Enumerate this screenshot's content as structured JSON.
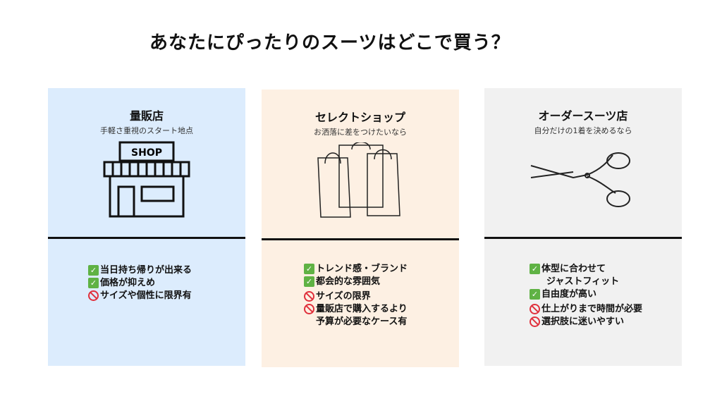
{
  "title": "あなたにぴったりのスーツはどこで買う？",
  "columns": [
    {
      "title": "量販店",
      "subtitle": "手軽さ重視のスタート地点",
      "sign": "SHOP",
      "items": [
        {
          "type": "pro",
          "text": "当日持ち帰りが出来る"
        },
        {
          "type": "pro",
          "text": "価格が抑えめ"
        },
        {
          "type": "con",
          "text": "サイズや個性に限界有"
        }
      ]
    },
    {
      "title": "セレクトショップ",
      "subtitle": "お洒落に差をつけたいなら",
      "items": [
        {
          "type": "pro",
          "text": "トレンド感・ブランド"
        },
        {
          "type": "pro",
          "text": "都会的な雰囲気"
        },
        {
          "type": "con",
          "text": "サイズの限界"
        },
        {
          "type": "con",
          "text": "量販店で購入するより",
          "cont": "予算が必要なケース有"
        }
      ]
    },
    {
      "title": "オーダースーツ店",
      "subtitle": "自分だけの1着を決めるなら",
      "items": [
        {
          "type": "pro",
          "text": "体型に合わせて",
          "cont": "ジャストフィット"
        },
        {
          "type": "pro",
          "text": "自由度が高い"
        },
        {
          "type": "con",
          "text": "仕上がりまで時間が必要"
        },
        {
          "type": "con",
          "text": "選択肢に迷いやすい"
        }
      ]
    }
  ],
  "colors": {
    "mass": "#dcecfd",
    "select": "#fdf0e3",
    "order": "#f1f1f1",
    "check": "#5fb244",
    "prohibit": "#e0303c"
  }
}
